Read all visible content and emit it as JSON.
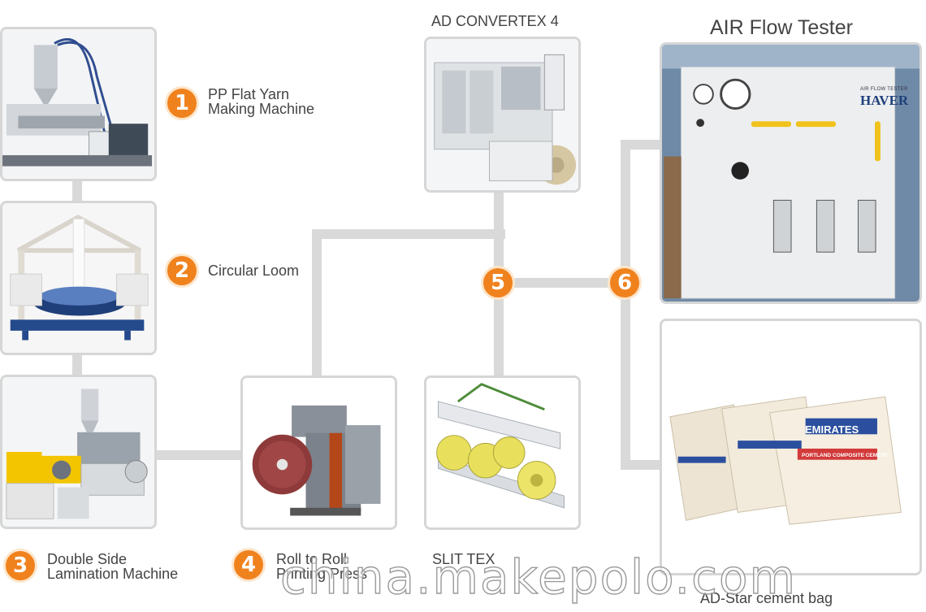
{
  "steps": [
    {
      "number": "1",
      "label_line1": "PP Flat Yarn",
      "label_line2": "Making Machine"
    },
    {
      "number": "2",
      "label_line1": "Circular Loom",
      "label_line2": ""
    },
    {
      "number": "3",
      "label_line1": "Double Side",
      "label_line2": "Lamination Machine"
    },
    {
      "number": "4",
      "label_line1": "Roll to Roll",
      "label_line2": "Printing Press"
    },
    {
      "number": "5"
    },
    {
      "number": "6"
    }
  ],
  "titles": {
    "convertex": "AD CONVERTEX 4",
    "air_flow": "AIR Flow Tester",
    "slit_tex": "SLIT TEX",
    "ad_star": "AD-Star cement bag"
  },
  "tester_panel": {
    "brand": "HAVER",
    "caption": "AIR FLOW TESTER"
  },
  "bag_text": {
    "brand": "EMIRATES",
    "product": "PORTLAND COMPOSITE CEMENT"
  },
  "watermark": "china.makepolo.com",
  "colors": {
    "accent": "#f0821e",
    "connector": "#d9d9d9",
    "card_border": "#d6d6d6"
  }
}
